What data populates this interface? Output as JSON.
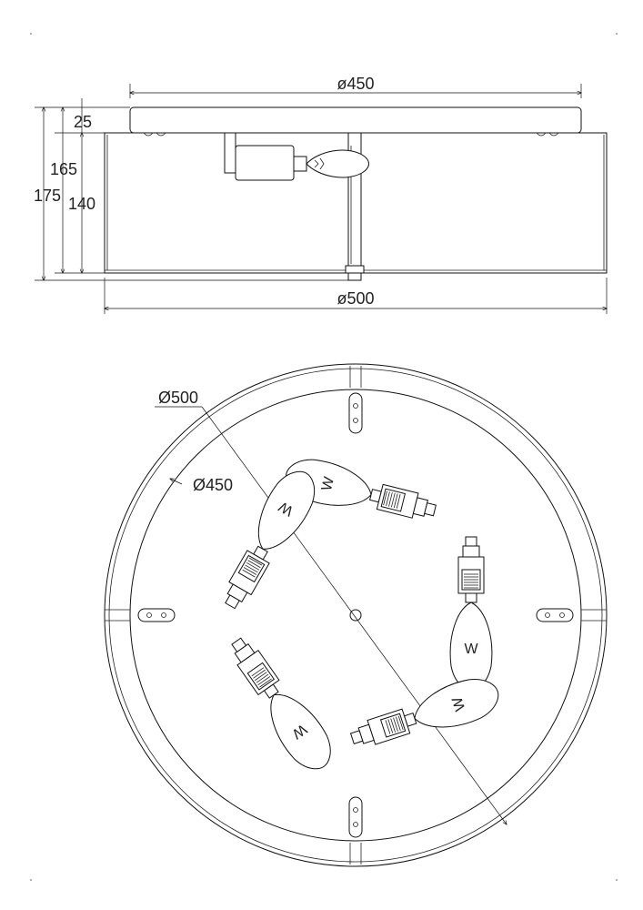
{
  "side_view": {
    "top_diameter_label": "ø450",
    "bottom_diameter_label": "ø500",
    "canopy_height_label": "25",
    "height_165_label": "165",
    "height_175_label": "175",
    "shade_height_label": "140"
  },
  "top_view": {
    "outer_diameter_label": "Ø500",
    "inner_diameter_label": "Ø450",
    "bulb_marking": "W",
    "bulb_count": 5
  },
  "colors": {
    "line": "#111111",
    "background": "#ffffff"
  }
}
